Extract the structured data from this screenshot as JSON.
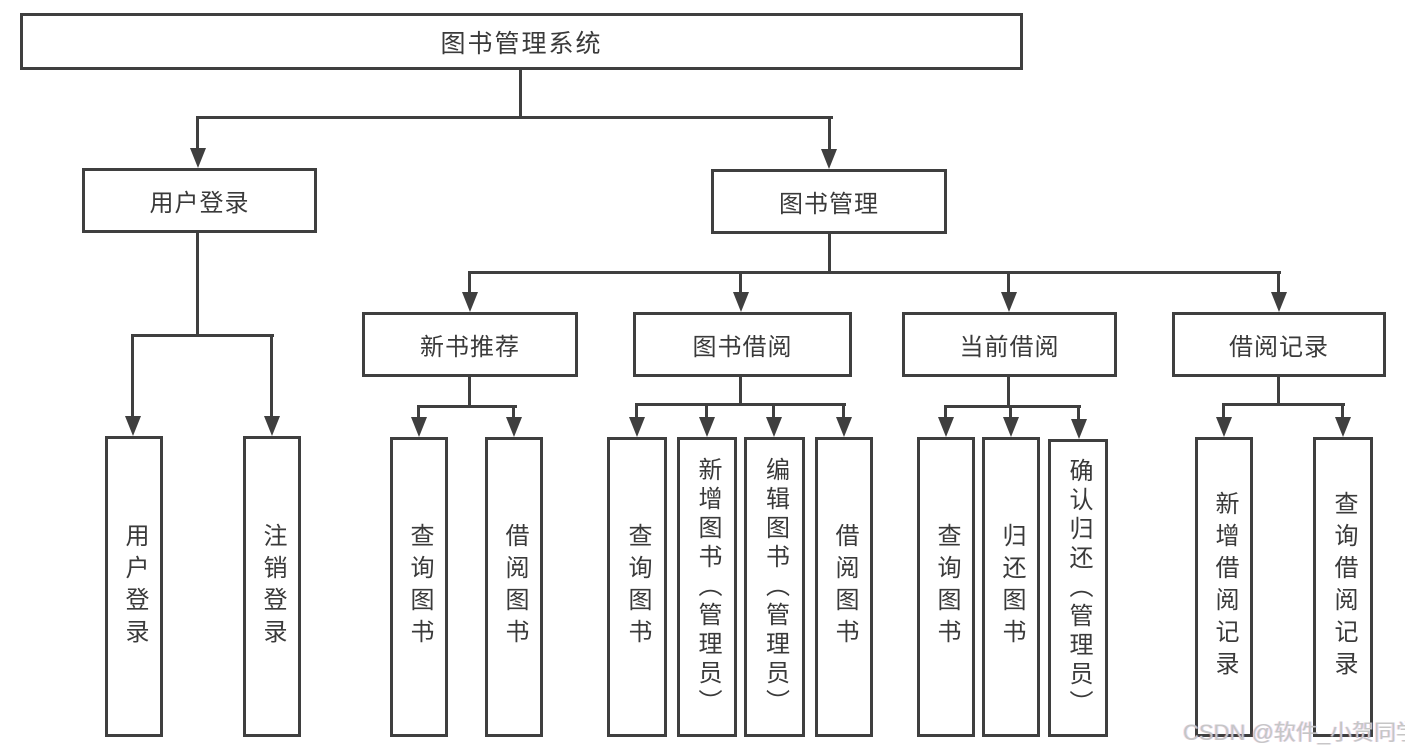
{
  "colors": {
    "line": "#3f3f3f",
    "text": "#3a3a3a",
    "watermark": "#c6c6c6",
    "background": "#ffffff"
  },
  "root": {
    "label": "图书管理系统"
  },
  "level2": {
    "user_login": {
      "label": "用户登录",
      "children": [
        {
          "label": "用户登录"
        },
        {
          "label": "注销登录"
        }
      ]
    },
    "book_mgmt": {
      "label": "图书管理",
      "children": [
        {
          "label": "新书推荐",
          "children": [
            {
              "label": "查询图书"
            },
            {
              "label": "借阅图书"
            }
          ]
        },
        {
          "label": "图书借阅",
          "children": [
            {
              "label": "查询图书"
            },
            {
              "label": "新增图书（管理员）"
            },
            {
              "label": "编辑图书（管理员）"
            },
            {
              "label": "借阅图书"
            }
          ]
        },
        {
          "label": "当前借阅",
          "children": [
            {
              "label": "查询图书"
            },
            {
              "label": "归还图书"
            },
            {
              "label": "确认归还（管理员）"
            }
          ]
        },
        {
          "label": "借阅记录",
          "children": [
            {
              "label": "新增借阅记录"
            },
            {
              "label": "查询借阅记录"
            }
          ]
        }
      ]
    }
  },
  "watermark": {
    "text": "CSDN @软件_小贺同学"
  }
}
